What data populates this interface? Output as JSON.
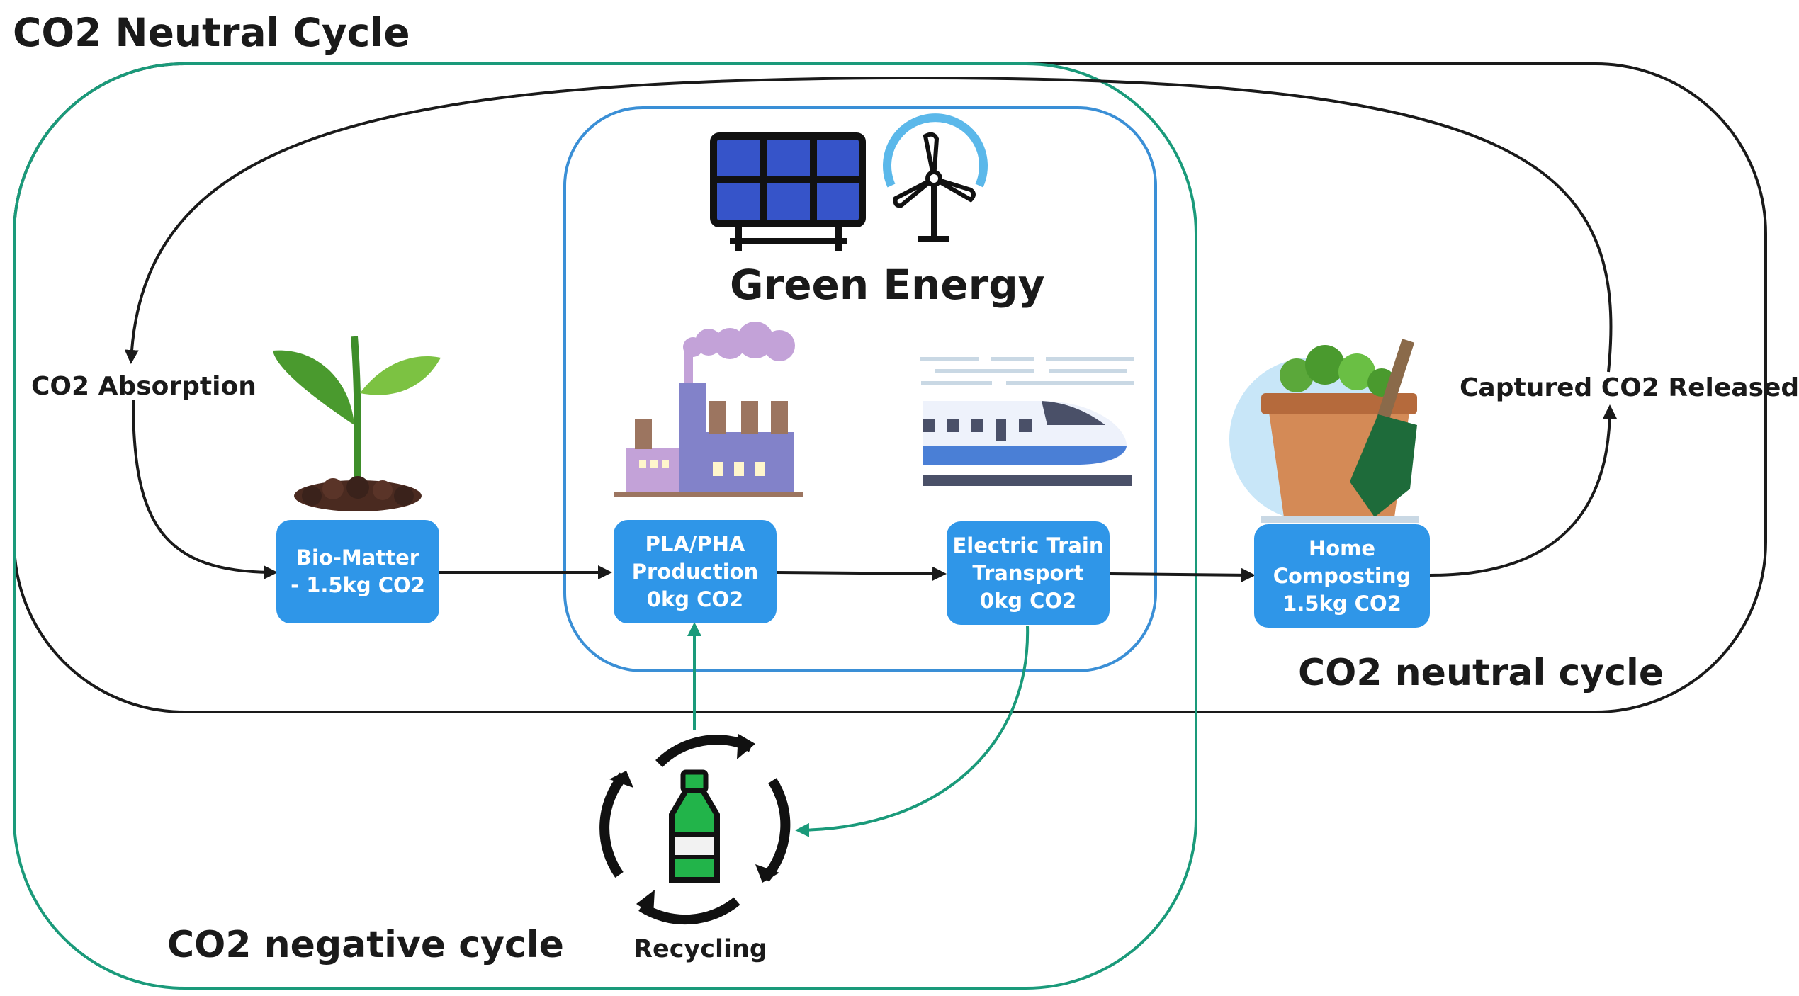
{
  "title": "CO2 Neutral Cycle",
  "group_labels": {
    "green_energy": "Green Energy",
    "neutral_cycle": "CO2 neutral cycle",
    "negative_cycle": "CO2 negative cycle"
  },
  "edge_labels": {
    "absorption": "CO2 Absorption",
    "released": "Captured CO2 Released",
    "recycling": "Recycling"
  },
  "nodes": {
    "bio_matter": "Bio-Matter\n- 1.5kg CO2",
    "pla_pha": "PLA/PHA\nProduction\n0kg CO2",
    "electric_train": "Electric Train\nTransport\n0kg CO2",
    "home_composting": "Home\nComposting\n1.5kg CO2"
  },
  "icons": [
    "sprout-icon",
    "solar-panel-icon",
    "wind-turbine-icon",
    "factory-icon",
    "bullet-train-icon",
    "plant-pot-shovel-icon",
    "recycle-bottle-icon"
  ],
  "colors": {
    "node_fill": "#2f96e8",
    "neutral_outline": "#1a1a1a",
    "negative_outline": "#1a9a7a",
    "green_energy_outline": "#3a8fd6",
    "recycle_arrows": "#1a9a7a"
  }
}
